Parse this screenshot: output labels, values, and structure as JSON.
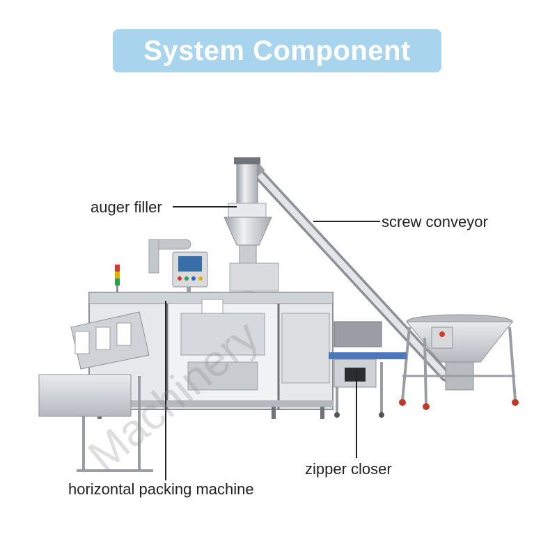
{
  "title": "System Component",
  "labels": {
    "auger_filler": "auger filler",
    "screw_conveyor": "screw conveyor",
    "zipper_closer": "zipper closer",
    "horizontal_packing_machine": "horizontal packing machine"
  },
  "watermark": "Machinery",
  "colors": {
    "title_bg": "#a9d4ee",
    "title_text": "#ffffff",
    "steel": "#c9ccd0",
    "steel_dark": "#8d9197",
    "frame": "#dfe1e4",
    "belt": "#4a78b8",
    "hmi_screen": "#3a6ea8"
  }
}
